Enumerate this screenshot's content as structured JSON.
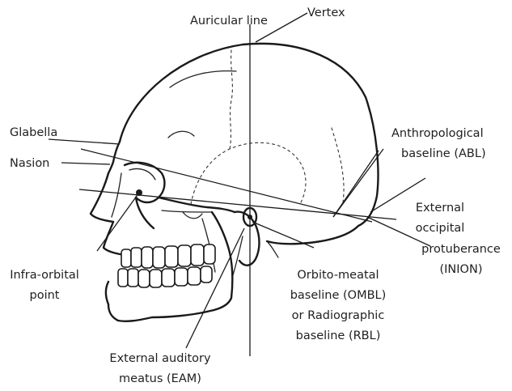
{
  "diagram": {
    "labels": {
      "auricular_line": "Auricular line",
      "vertex": "Vertex",
      "glabella": "Glabella",
      "nasion": "Nasion",
      "abl_1": "Anthropological",
      "abl_2": "baseline (ABL)",
      "inion_1": "External",
      "inion_2": "occipital",
      "inion_3": "protuberance",
      "inion_4": "(INION)",
      "infra_1": "Infra-orbital",
      "infra_2": "point",
      "ombl_1": "Orbito-meatal",
      "ombl_2": "baseline (OMBL)",
      "ombl_3": "or Radiographic",
      "ombl_4": "baseline (RBL)",
      "eam_1": "External auditory",
      "eam_2": "meatus (EAM)"
    }
  }
}
